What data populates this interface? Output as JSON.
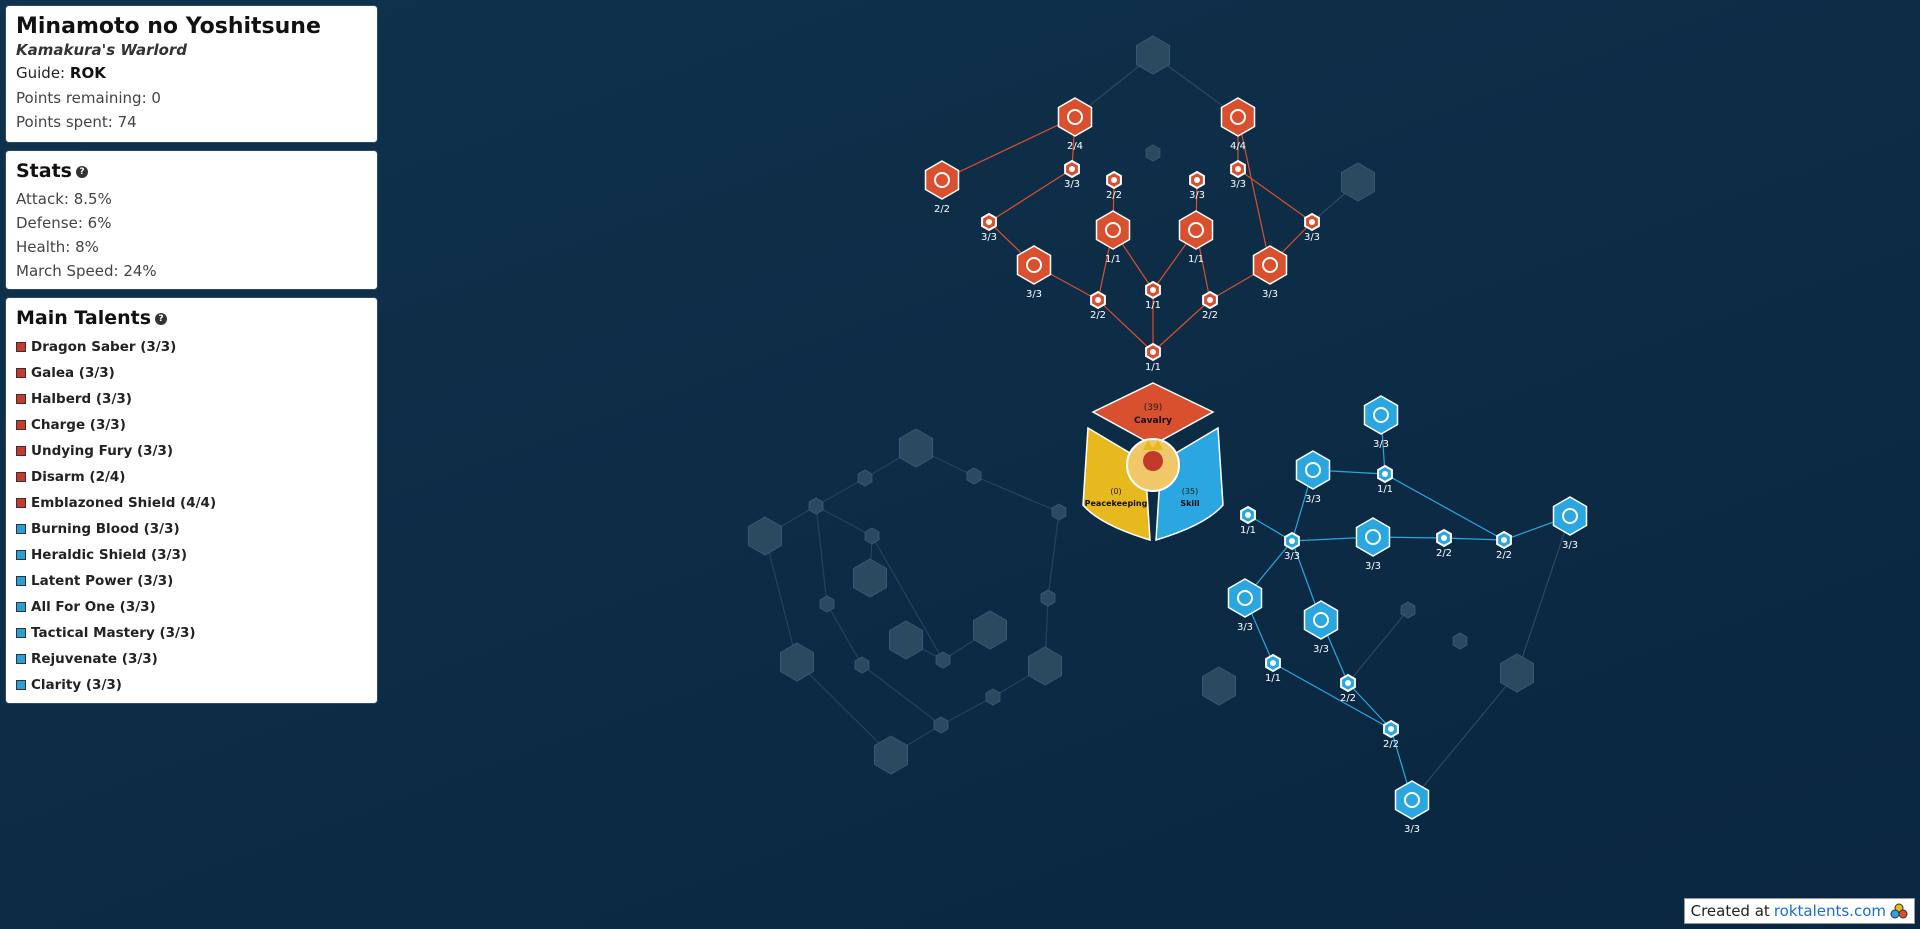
{
  "hero": {
    "name": "Minamoto no Yoshitsune",
    "title": "Kamakura's Warlord",
    "guide_label": "Guide:",
    "guide_logo": "ROK",
    "points_remaining": "Points remaining: 0",
    "points_spent": "Points spent: 74"
  },
  "stats": {
    "heading": "Stats",
    "help": "?",
    "items": [
      "Attack: 8.5%",
      "Defense: 6%",
      "Health: 8%",
      "March Speed: 24%"
    ]
  },
  "main_talents": {
    "heading": "Main Talents",
    "help": "?",
    "items": [
      {
        "label": "Dragon Saber (3/3)",
        "color": "#c8392b"
      },
      {
        "label": "Galea (3/3)",
        "color": "#c8392b"
      },
      {
        "label": "Halberd (3/3)",
        "color": "#c8392b"
      },
      {
        "label": "Charge (3/3)",
        "color": "#c8392b"
      },
      {
        "label": "Undying Fury (3/3)",
        "color": "#c8392b"
      },
      {
        "label": "Disarm (2/4)",
        "color": "#c8392b"
      },
      {
        "label": "Emblazoned Shield (4/4)",
        "color": "#c8392b"
      },
      {
        "label": "Burning Blood (3/3)",
        "color": "#2a9fd6"
      },
      {
        "label": "Heraldic Shield (3/3)",
        "color": "#2a9fd6"
      },
      {
        "label": "Latent Power (3/3)",
        "color": "#2a9fd6"
      },
      {
        "label": "All For One (3/3)",
        "color": "#2a9fd6"
      },
      {
        "label": "Tactical Mastery (3/3)",
        "color": "#2a9fd6"
      },
      {
        "label": "Rejuvenate (3/3)",
        "color": "#2a9fd6"
      },
      {
        "label": "Clarity (3/3)",
        "color": "#2a9fd6"
      }
    ]
  },
  "center": {
    "cavalry_points": "(39)",
    "cavalry_label": "Cavalry",
    "peacekeeping_points": "(0)",
    "peacekeeping_label": "Peacekeeping",
    "skill_points": "(35)",
    "skill_label": "Skill"
  },
  "colors": {
    "cavalry": "#d9502f",
    "skill": "#2aa7e0",
    "peacekeeping": "#e8b91f",
    "inactive": "#2b4a60"
  },
  "tree": {
    "red_labels": [
      "2/4",
      "4/4",
      "3/3",
      "2/2",
      "3/3",
      "3/3",
      "2/2",
      "1/1",
      "1/1",
      "3/3",
      "3/3",
      "3/3",
      "3/3",
      "2/2",
      "1/1",
      "2/2",
      "1/1"
    ],
    "blue_labels": [
      "3/3",
      "3/3",
      "1/1",
      "1/1",
      "3/3",
      "3/3",
      "2/2",
      "2/2",
      "3/3",
      "3/3",
      "3/3",
      "1/1",
      "2/2",
      "2/2",
      "3/3"
    ]
  },
  "footer": {
    "prefix": "Created at",
    "link": "roktalents.com"
  }
}
